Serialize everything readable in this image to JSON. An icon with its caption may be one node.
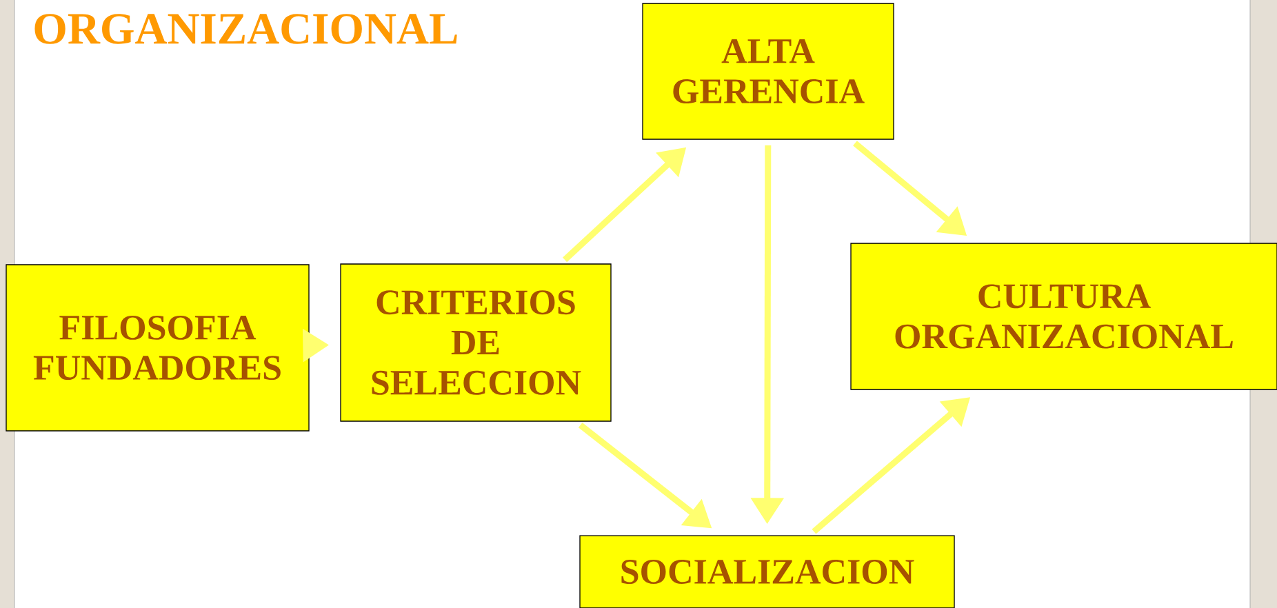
{
  "diagram": {
    "title": "ORGANIZACIONAL",
    "nodes": [
      {
        "text": [
          "ALTA GERENCIA"
        ]
      },
      {
        "text": [
          "FILOSOFIA FUNDADORES"
        ]
      },
      {
        "text": [
          "CRITERIOS DE SELECCION"
        ]
      },
      {
        "text": [
          "CULTURA ORGANIZACIONAL"
        ]
      },
      {
        "text": [
          "SOCIALIZACION"
        ]
      }
    ],
    "edges": [
      {
        "from": 1,
        "to": 2,
        "arrow": "to"
      },
      {
        "from": 2,
        "to": 0,
        "arrow": "to"
      },
      {
        "from": 2,
        "to": 4,
        "arrow": "to"
      },
      {
        "from": 0,
        "to": 4,
        "arrow": "to"
      },
      {
        "from": 0,
        "to": 3,
        "arrow": "to"
      },
      {
        "from": 4,
        "to": 3,
        "arrow": "to"
      }
    ]
  }
}
